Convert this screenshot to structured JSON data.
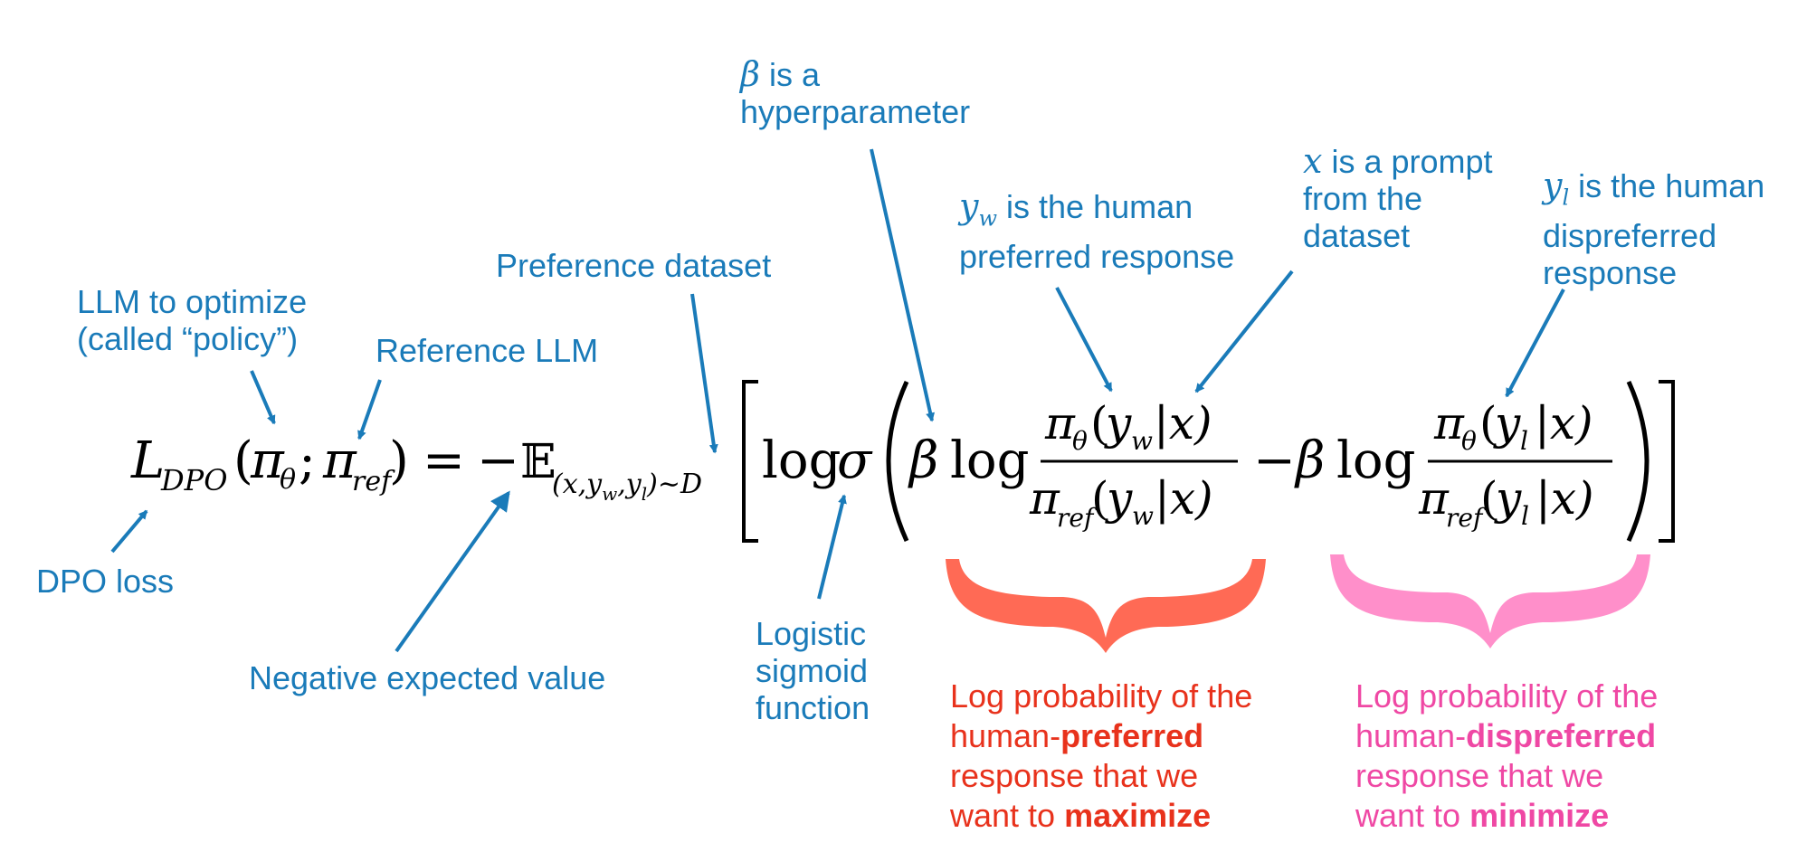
{
  "formula": {
    "loss_symbol": "L",
    "loss_subscript": "DPO",
    "args_open": "(",
    "pi": "π",
    "theta": "θ",
    "semicolon": ";",
    "ref": "ref",
    "args_close": ")",
    "equals": "=",
    "minus": "−",
    "expectation": "𝔼",
    "expectation_subscript": "(x,y",
    "sub_w": "w",
    "sub_comma": ",y",
    "sub_l": "l",
    "sub_close": ")∼D",
    "log": "log",
    "sigma": "σ",
    "beta": "β",
    "y": "y",
    "w": "w",
    "l": "l",
    "given_x": "|x)",
    "open_paren": "(",
    "ratio_minus": "−"
  },
  "annotations": {
    "llm_policy": [
      "LLM to optimize",
      "(called “policy”)"
    ],
    "reference_llm": "Reference LLM",
    "preference_dataset": "Preference dataset",
    "beta": {
      "symbol": "β",
      "line1": " is a",
      "line2": "hyperparameter"
    },
    "yw": {
      "symbol": "y",
      "sub": "w",
      "line1": " is the human",
      "line2": "preferred response"
    },
    "x": {
      "symbol": "x",
      "line1": " is a prompt",
      "line2": "from the",
      "line3": "dataset"
    },
    "yl": {
      "symbol": "y",
      "sub": "l",
      "line1": " is the human",
      "line2": "dispreferred",
      "line3": "response"
    },
    "dpo_loss": "DPO loss",
    "negative_expected": "Negative expected value",
    "sigmoid": [
      "Logistic",
      "sigmoid",
      "function"
    ]
  },
  "preferred_note": {
    "line1": "Log probability of the",
    "line2_pre": "human-",
    "line2_bold": "preferred",
    "line3": "response that we",
    "line4_pre": "want to ",
    "line4_bold": "maximize"
  },
  "dispreferred_note": {
    "line1": "Log probability of the",
    "line2_pre": "human-",
    "line2_bold": "dispreferred",
    "line3": "response that we",
    "line4_pre": "want to ",
    "line4_bold": "minimize"
  },
  "colors": {
    "annotation": "#1a7bb9",
    "preferred_brace": "#ff6a55",
    "preferred_text": "#e8321c",
    "dispreferred_brace": "#ff8fca",
    "dispreferred_text": "#ef48a4"
  },
  "icons": {
    "arrow": "arrow-icon",
    "brace": "curly-brace-icon"
  }
}
